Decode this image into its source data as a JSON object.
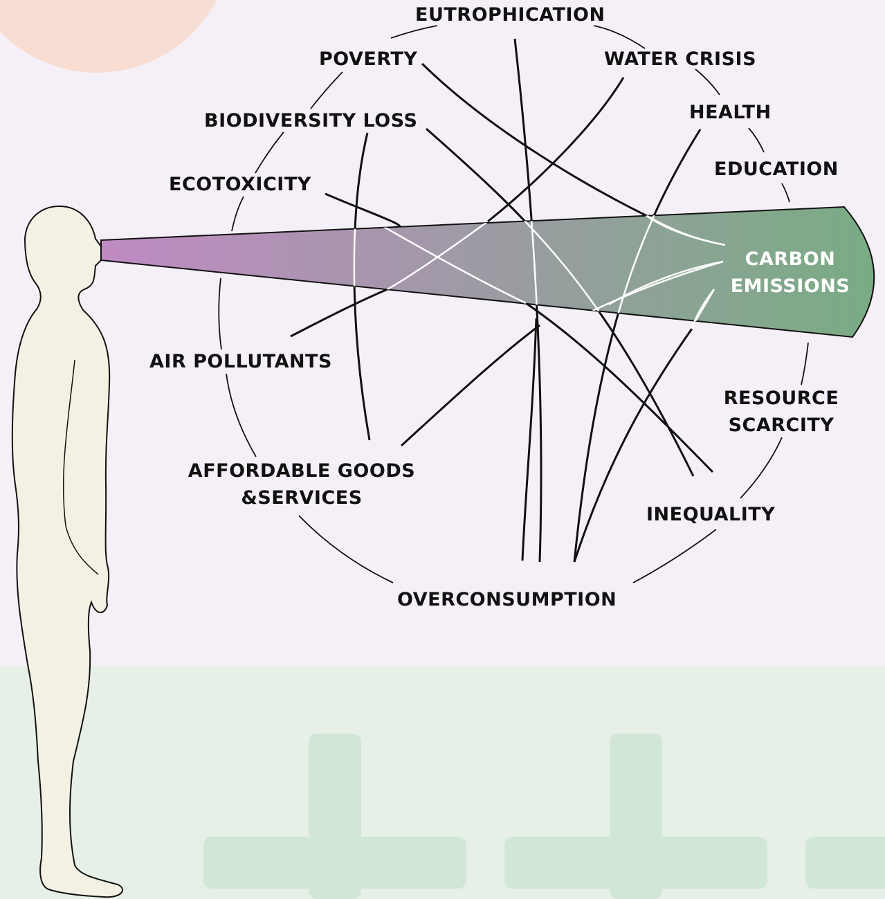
{
  "colors": {
    "background": "#f5f0f7",
    "ground": "#e6f0e7",
    "plus": "#d1e6d6",
    "sun": "#f8ddd2",
    "figure_fill": "#f3f1e3",
    "beam_start": "#c08ac3",
    "beam_end": "#79ac84",
    "line_dark": "#111111",
    "line_light": "#ffffff"
  },
  "icons": {
    "figure": "person-silhouette-icon",
    "ground_shapes": "plus-shape-icon",
    "sun": "sun-icon"
  },
  "nodes": {
    "eutrophication": "EUTROPHICATION",
    "poverty": "POVERTY",
    "water_crisis": "WATER CRISIS",
    "biodiversity_loss": "BIODIVERSITY LOSS",
    "health": "HEALTH",
    "education": "EDUCATION",
    "ecotoxicity": "ECOTOXICITY",
    "carbon_emissions_1": "CARBON",
    "carbon_emissions_2": "EMISSIONS",
    "air_pollutants": "AIR POLLUTANTS",
    "resource_scarcity_1": "RESOURCE",
    "resource_scarcity_2": "SCARCITY",
    "affordable_goods_1": "AFFORDABLE GOODS",
    "affordable_goods_2": "&SERVICES",
    "inequality": "INEQUALITY",
    "overconsumption": "OVERCONSUMPTION"
  },
  "connections": [
    {
      "from": "poverty",
      "to": "carbon_emissions"
    },
    {
      "from": "eutrophication",
      "to": "overconsumption"
    },
    {
      "from": "water_crisis",
      "to": "air_pollutants"
    },
    {
      "from": "biodiversity_loss",
      "to": "inequality"
    },
    {
      "from": "biodiversity_loss",
      "to": "affordable_goods"
    },
    {
      "from": "health",
      "to": "overconsumption"
    },
    {
      "from": "ecotoxicity",
      "to": "inequality"
    },
    {
      "from": "carbon_emissions",
      "to": "affordable_goods"
    },
    {
      "from": "carbon_emissions",
      "to": "overconsumption"
    }
  ]
}
